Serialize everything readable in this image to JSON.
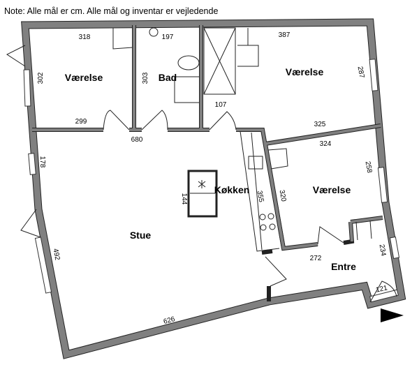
{
  "note": "Note: Alle mål er cm. Alle mål og inventar er vejledende",
  "rooms": {
    "room1": "Værelse",
    "bath": "Bad",
    "room2": "Værelse",
    "kitchen": "Køkken",
    "living": "Stue",
    "room3": "Værelse",
    "entry": "Entre"
  },
  "dimensions": {
    "d318": "318",
    "d197": "197",
    "d387": "387",
    "d302": "302",
    "d303": "303",
    "d287": "287",
    "d299": "299",
    "d680": "680",
    "d107": "107",
    "d325": "325",
    "d324": "324",
    "d178": "178",
    "d258": "258",
    "d144": "144",
    "d355": "355",
    "d320": "320",
    "d492": "492",
    "d272": "272",
    "d234": "234",
    "d121": "121",
    "d626": "626"
  },
  "colors": {
    "wall": "#808080",
    "outline": "#222222"
  },
  "icons": {
    "north": "north-arrow"
  }
}
